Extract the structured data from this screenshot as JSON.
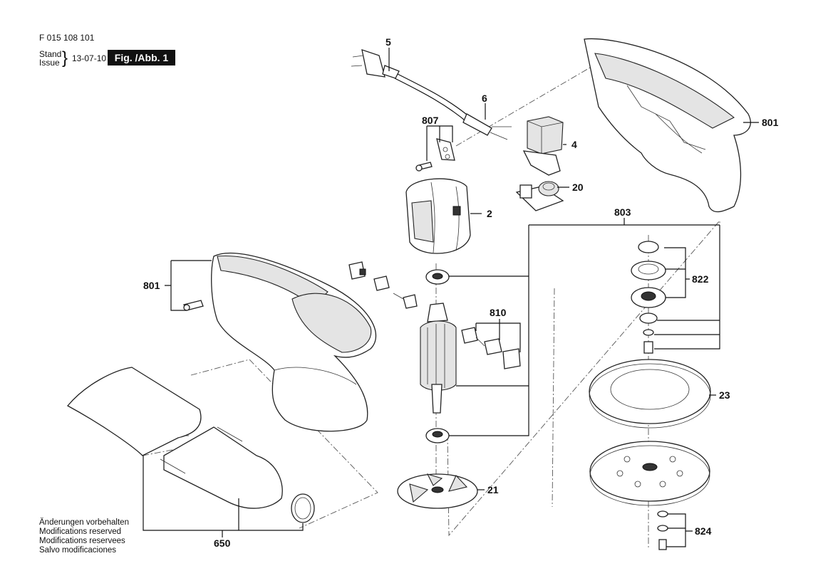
{
  "header": {
    "part_number": "F 015 108 101",
    "stand_label": "Stand",
    "issue_label": "Issue",
    "brace": "}",
    "date": "13-07-10",
    "figure_label": "Fig. /Abb. 1"
  },
  "notes": [
    "Änderungen vorbehalten",
    "Modifications reserved",
    "Modifications reservees",
    "Salvo modificaciones"
  ],
  "callouts": {
    "c5": "5",
    "c6": "6",
    "c807": "807",
    "c4": "4",
    "c20": "20",
    "c2": "2",
    "c801_right": "801",
    "c803": "803",
    "c822": "822",
    "c801_left": "801",
    "c810": "810",
    "c23": "23",
    "c21": "21",
    "c824": "824",
    "c650": "650"
  }
}
